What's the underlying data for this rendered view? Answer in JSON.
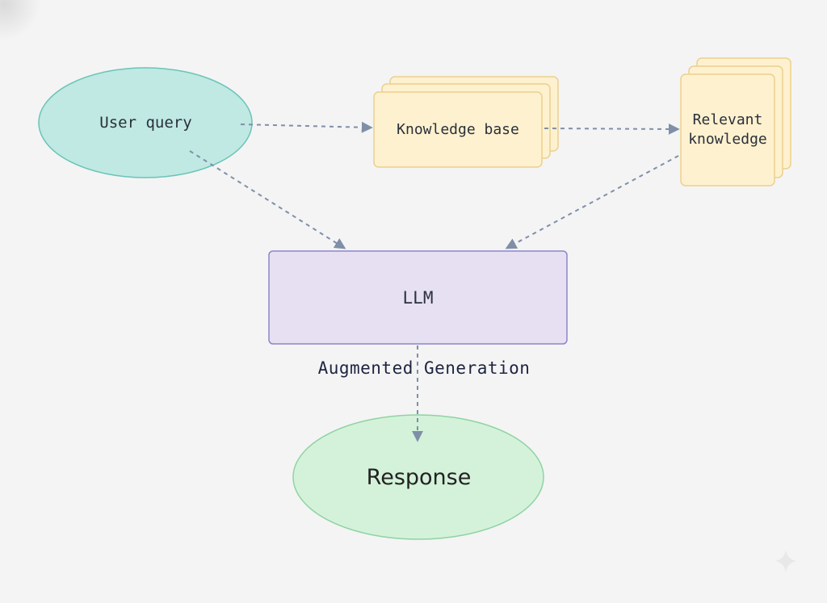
{
  "diagram": {
    "nodes": {
      "user_query": {
        "label": "User query",
        "shape": "ellipse",
        "fill": "#bfe9e2",
        "stroke": "#6ac4b8"
      },
      "knowledge_base": {
        "label": "Knowledge base",
        "shape": "stacked-rect",
        "fill": "#fdf1cf",
        "stroke": "#ecd08e"
      },
      "relevant_knowledge": {
        "label_lines": [
          "Relevant",
          "knowledge"
        ],
        "shape": "stacked-rect",
        "fill": "#fdf1cf",
        "stroke": "#ecd08e"
      },
      "llm": {
        "label": "LLM",
        "shape": "rect",
        "fill": "#e6e0f2",
        "stroke": "#8d85c9"
      },
      "response": {
        "label": "Response",
        "shape": "ellipse",
        "fill": "#d4f2da",
        "stroke": "#8fd3a3"
      }
    },
    "edges": [
      {
        "from": "user_query",
        "to": "knowledge_base",
        "style": "dashed"
      },
      {
        "from": "knowledge_base",
        "to": "relevant_knowledge",
        "style": "dashed"
      },
      {
        "from": "user_query",
        "to": "llm",
        "style": "dashed"
      },
      {
        "from": "relevant_knowledge",
        "to": "llm",
        "style": "dashed"
      },
      {
        "from": "llm",
        "to": "response",
        "style": "dashed",
        "label": "Augmented Generation"
      }
    ],
    "edge_color": "#7f8fa8",
    "background": "#f4f4f4"
  }
}
